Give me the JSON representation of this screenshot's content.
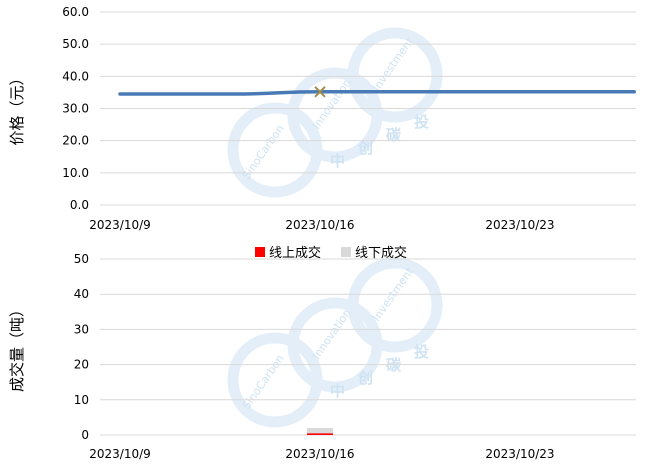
{
  "watermark": {
    "brand": "SinoCarbon",
    "tagline": "Innovation",
    "sub": "Investment",
    "cn": [
      "中",
      "创",
      "碳",
      "投"
    ]
  },
  "chart_data": [
    {
      "type": "line",
      "ylabel": "价格（元）",
      "ylim": [
        0,
        60
      ],
      "yticks": [
        "0.0",
        "10.0",
        "20.0",
        "30.0",
        "40.0",
        "50.0",
        "60.0"
      ],
      "x_dates": [
        "2023/10/9",
        "2023/10/16",
        "2023/10/23"
      ],
      "grid": true,
      "series": [
        {
          "points": [
            {
              "x": "2023/10/9",
              "y": 34.5
            },
            {
              "x": "2023/10/13",
              "y": 34.5
            },
            {
              "x": "2023/10/16",
              "y": 35.2
            },
            {
              "x": "2023/10/27",
              "y": 35.2
            }
          ],
          "marker": {
            "x": "2023/10/16",
            "y": 35.2
          },
          "color": "#4a7ab5",
          "marker_color": "#a08c50"
        }
      ]
    },
    {
      "type": "bar",
      "ylabel": "成交量（吨）",
      "ylim": [
        0,
        50
      ],
      "yticks": [
        "0",
        "10",
        "20",
        "30",
        "40",
        "50"
      ],
      "x_dates": [
        "2023/10/9",
        "2023/10/16",
        "2023/10/23"
      ],
      "grid": true,
      "legend": {
        "placement": "top",
        "items": [
          {
            "label": "线上成交",
            "color": "#ff0000"
          },
          {
            "label": "线下成交",
            "color": "#d9d9d9"
          }
        ]
      },
      "stacked": true,
      "bars": [
        {
          "x": "2023/10/16",
          "online": 0.5,
          "offline": 1.5
        }
      ]
    }
  ]
}
